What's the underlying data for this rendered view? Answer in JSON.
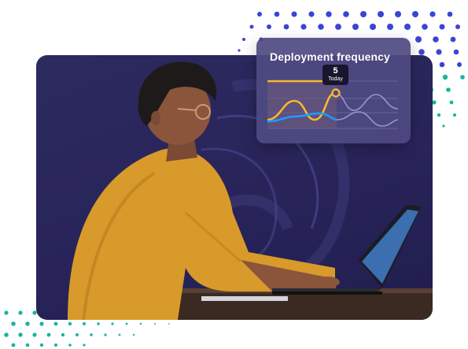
{
  "widget": {
    "title": "Deployment frequency",
    "tooltip_value": "5",
    "tooltip_label": "Today"
  },
  "colors": {
    "background_panel": "#2c2a5e",
    "accent_yellow": "#f7b731",
    "accent_blue": "#1e9bff",
    "dots_blue": "#3b44d8",
    "dots_teal": "#18b4a0",
    "sweater": "#d89a2a"
  },
  "icons": [
    "chart-line-icon",
    "highlight-point-icon"
  ]
}
